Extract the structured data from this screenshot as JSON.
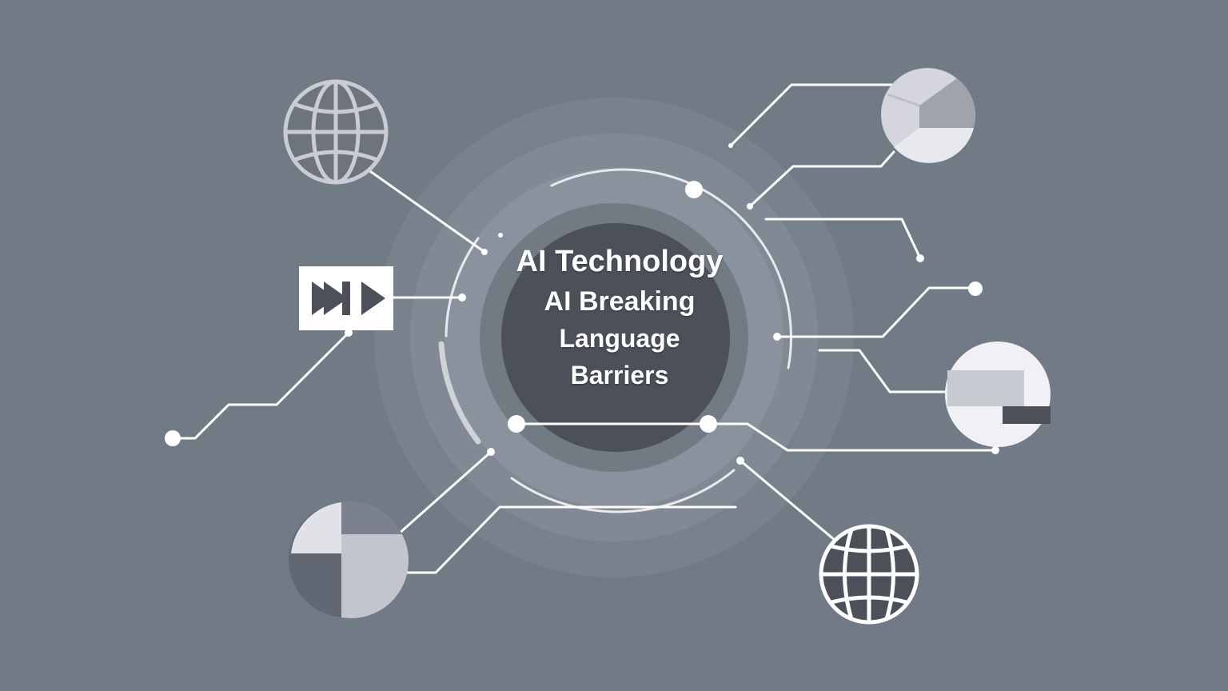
{
  "title_line": "AI Technology",
  "subtitle_lines": [
    "AI Breaking",
    "Language",
    "Barriers"
  ],
  "icons": [
    "globe-icon",
    "pie-chart-icon",
    "media-skip-icon",
    "pie-chart-icon",
    "pie-chart-icon",
    "globe-icon"
  ],
  "colors": {
    "background": "#717b85",
    "hub": "#4b5059",
    "line": "#ffffff",
    "icon_light": "#d7d7e1"
  }
}
